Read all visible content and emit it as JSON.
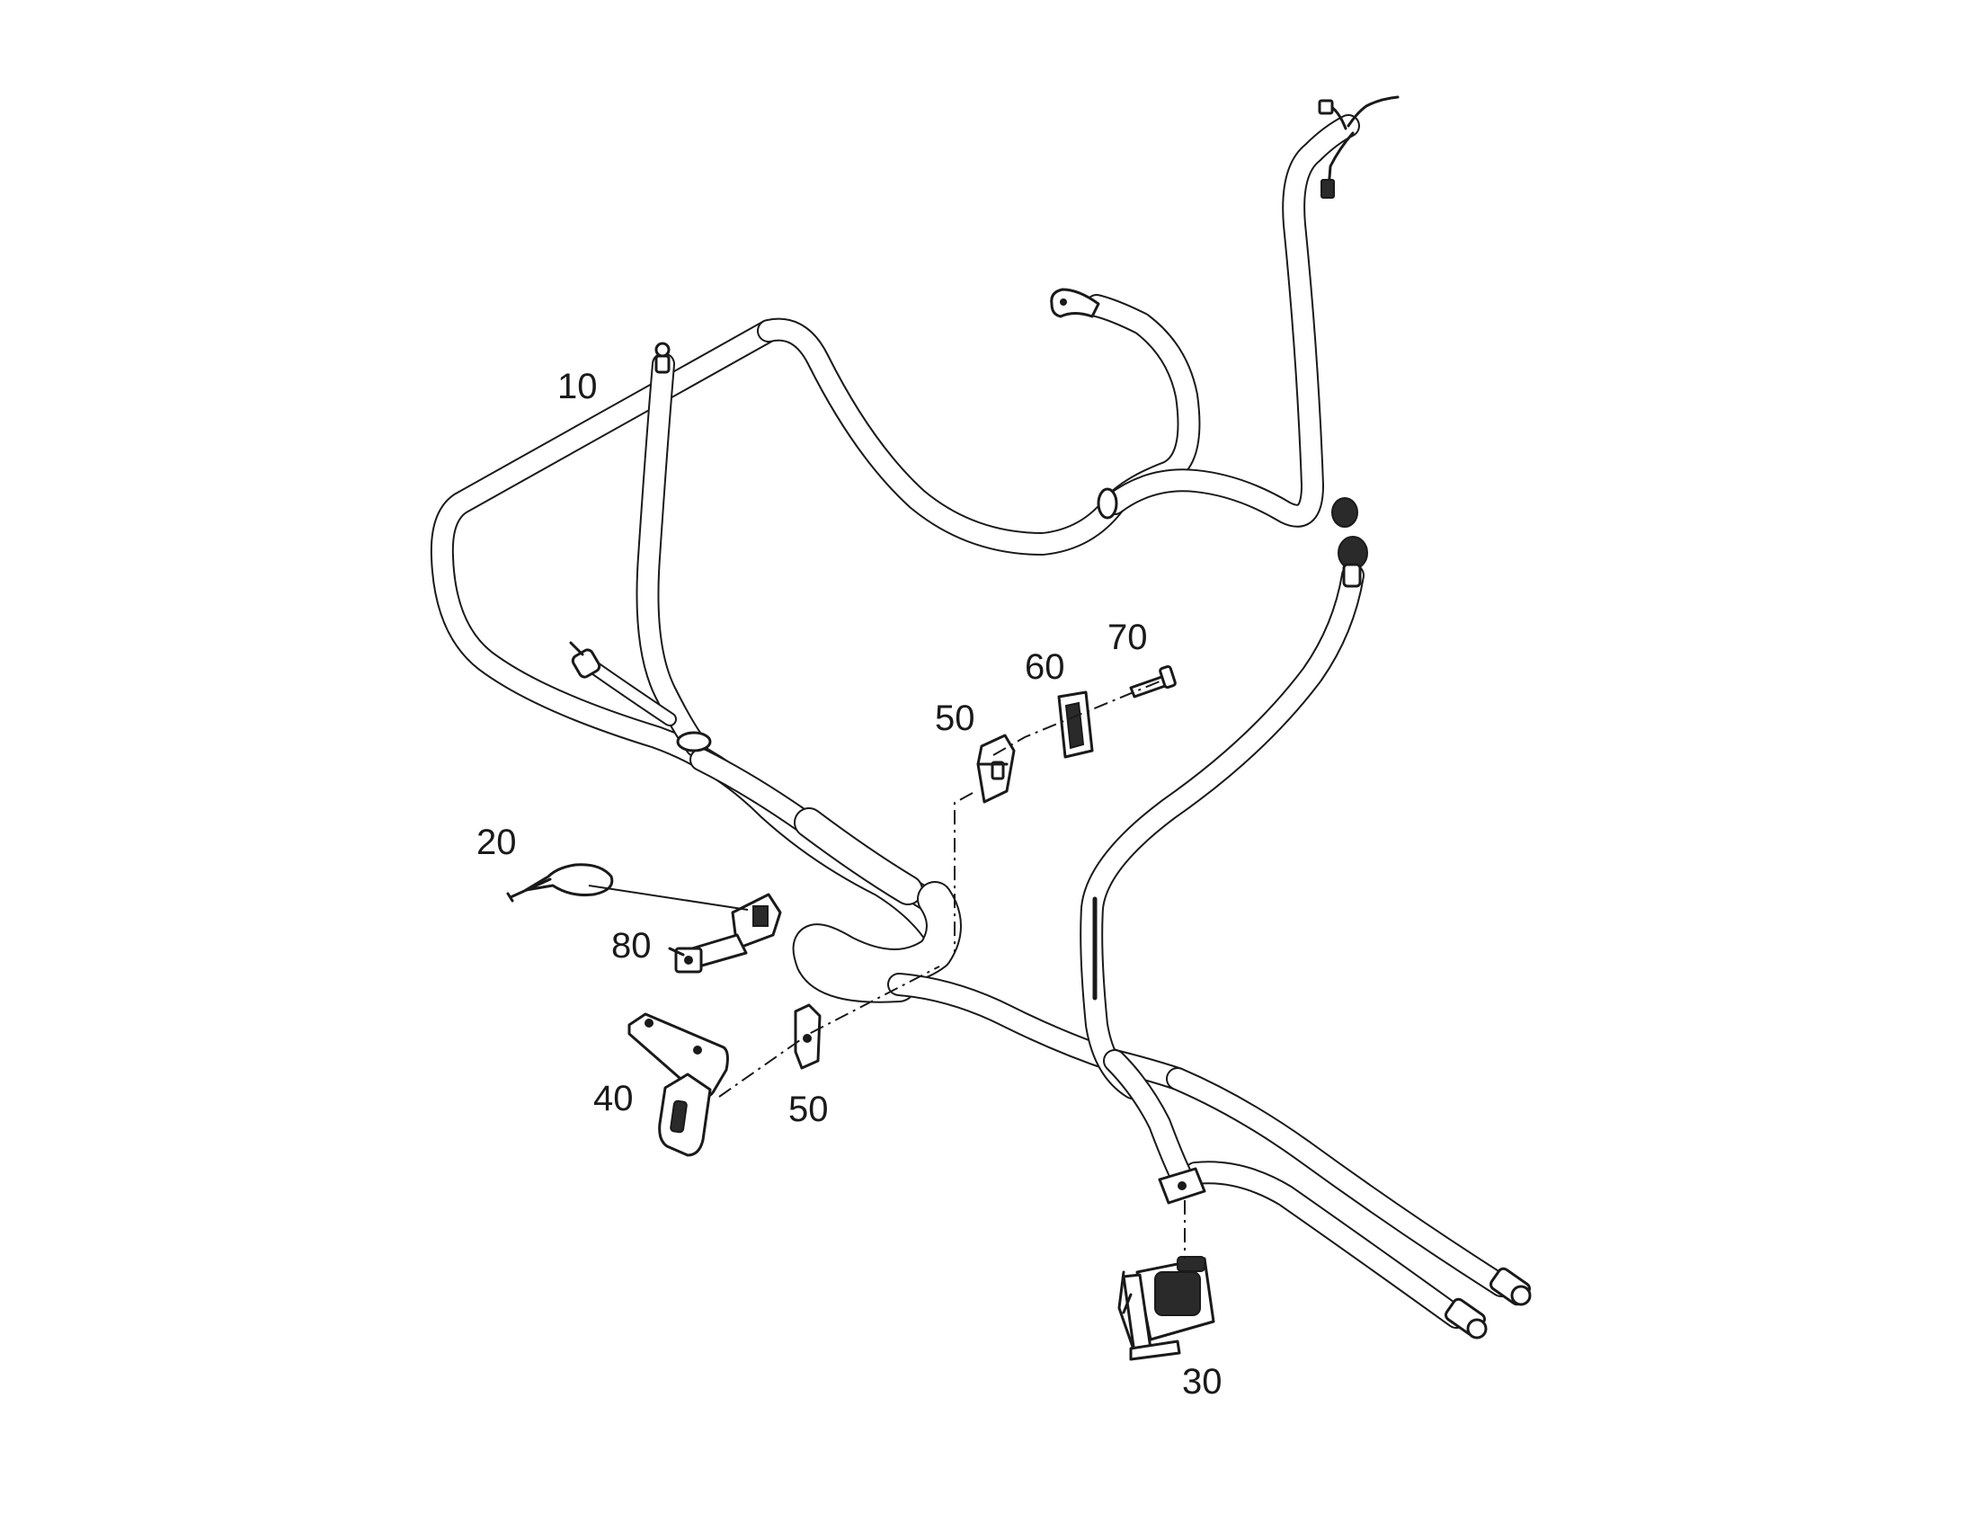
{
  "callouts": {
    "c10": "10",
    "c20": "20",
    "c30": "30",
    "c40": "40",
    "c50a": "50",
    "c50b": "50",
    "c60": "60",
    "c70": "70",
    "c80": "80"
  },
  "icons": [
    "cable-harness",
    "cable-tie",
    "relay",
    "bracket",
    "clamp",
    "gasket",
    "bolt",
    "holder"
  ]
}
